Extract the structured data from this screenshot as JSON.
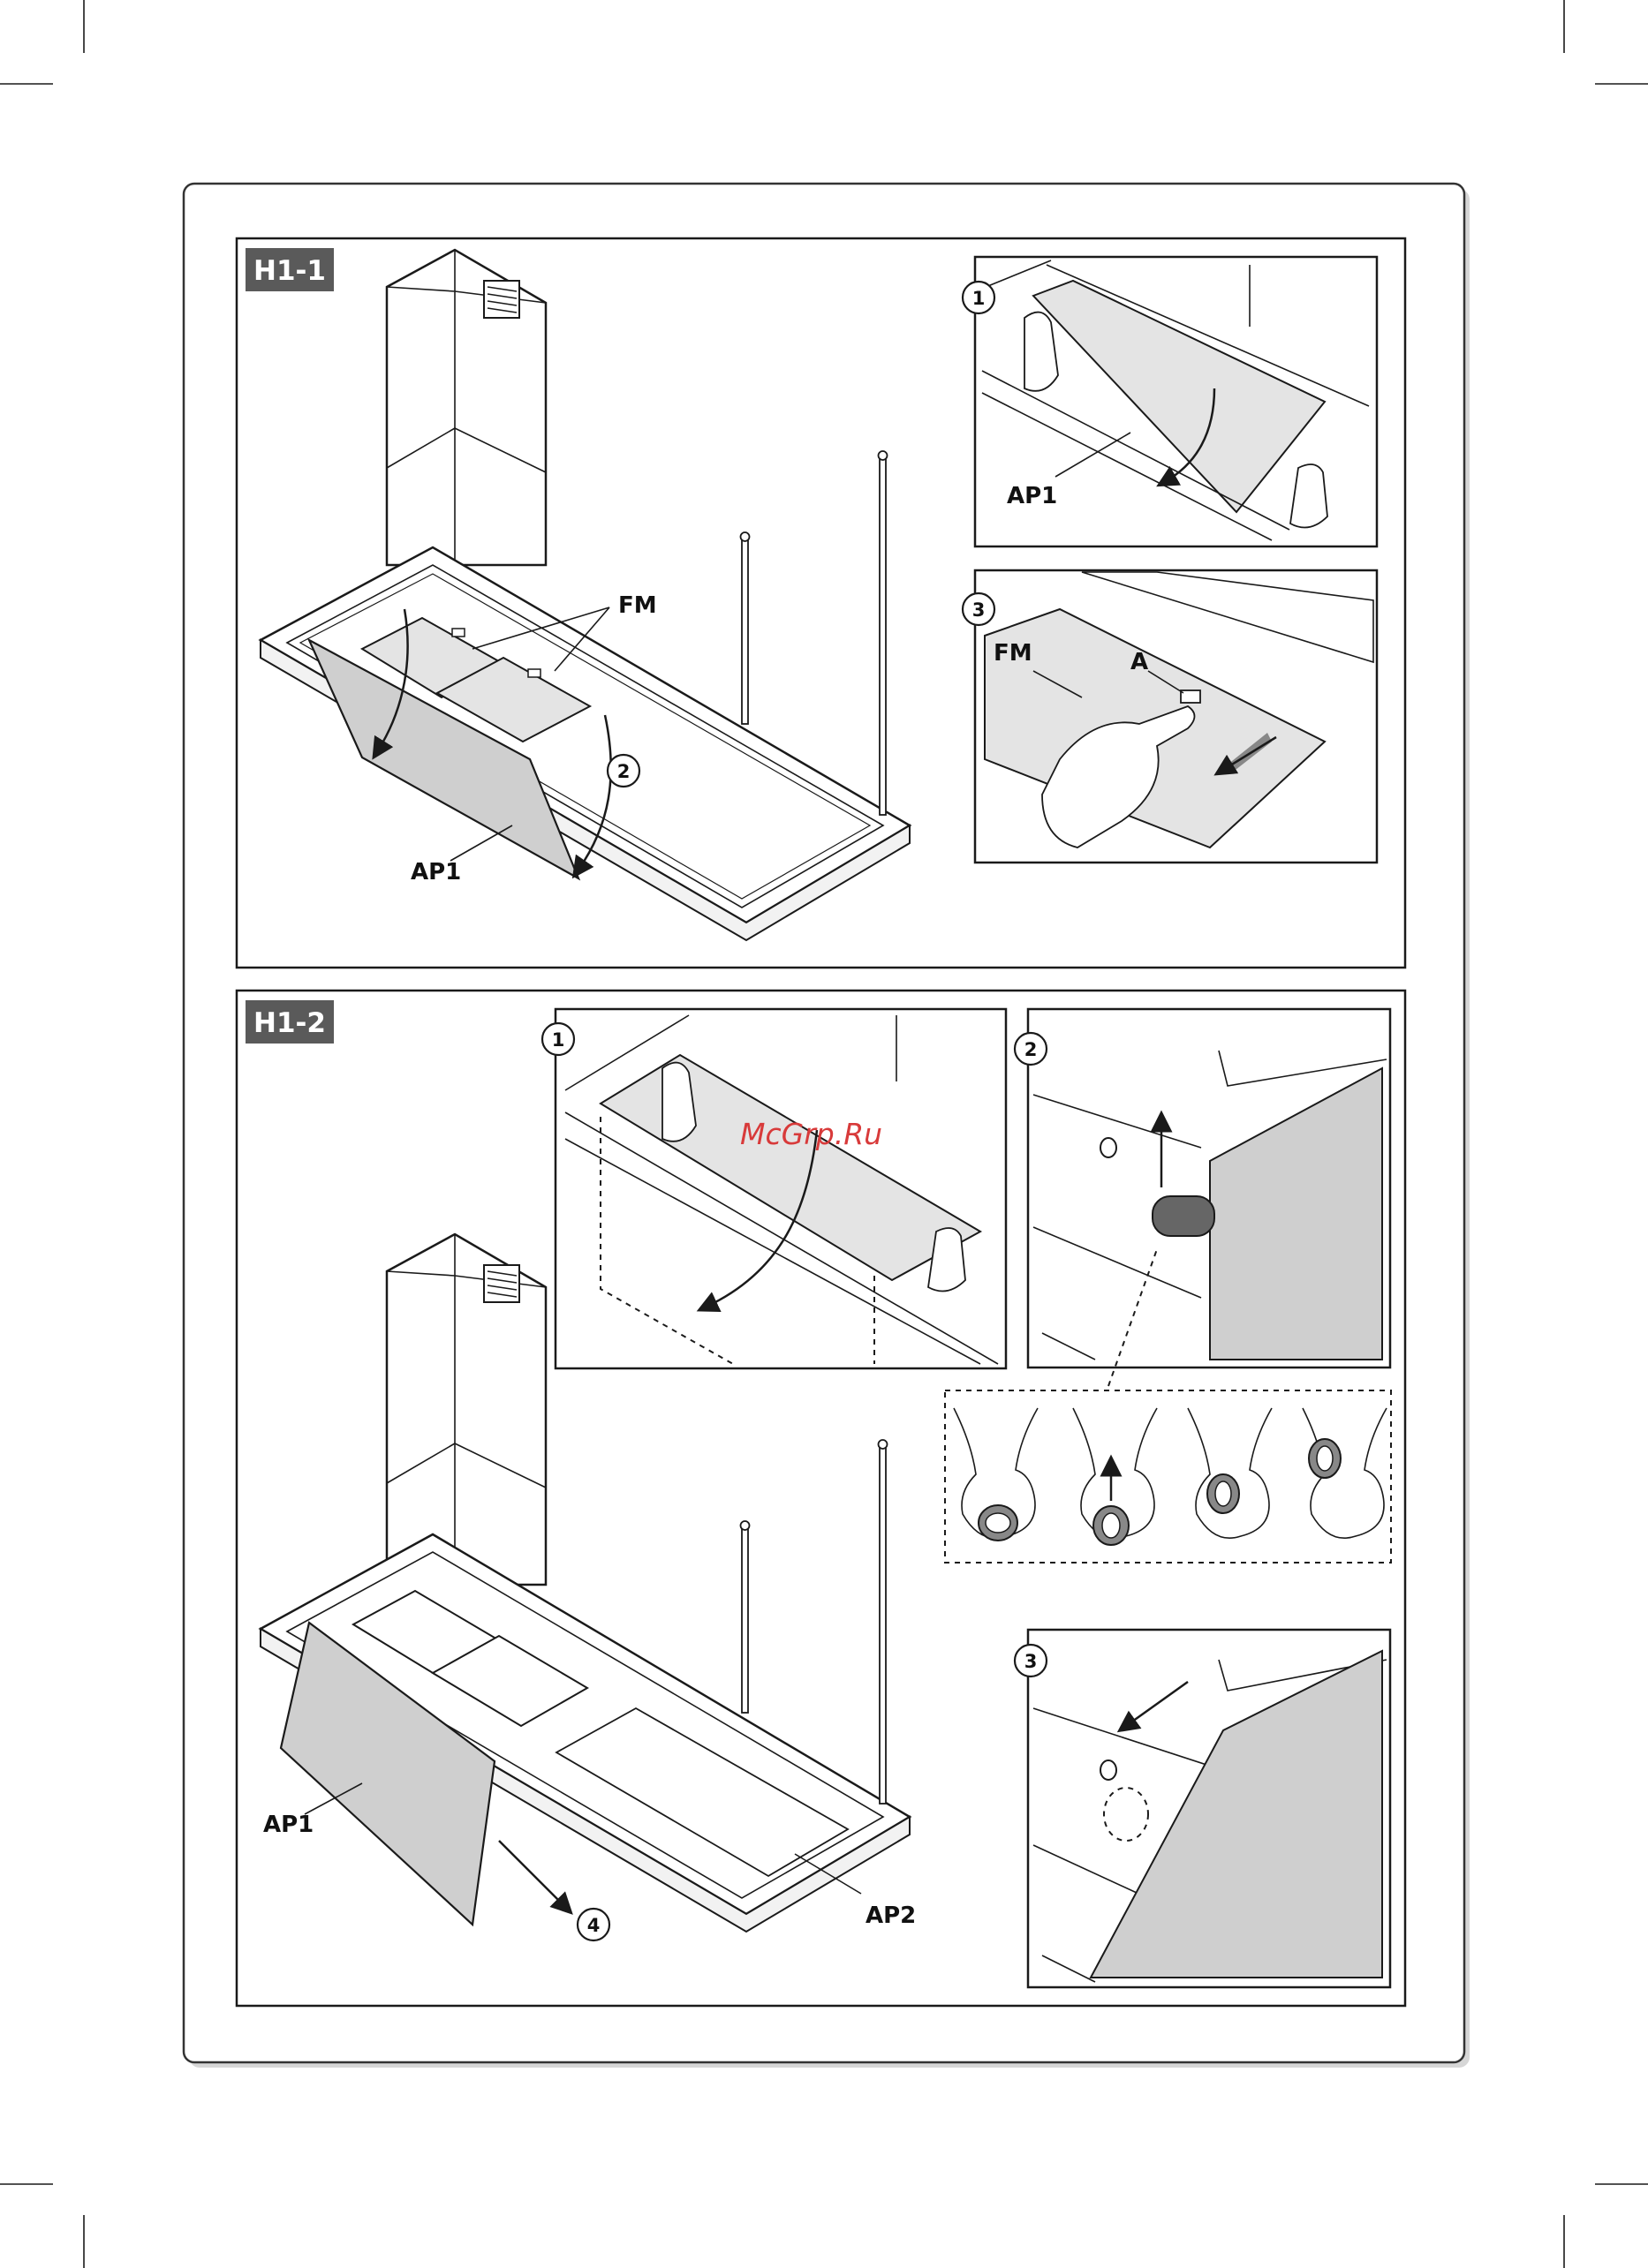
{
  "sections": {
    "h11": {
      "tag": "H1-1",
      "label_fm": "FM",
      "label_ap1": "AP1",
      "step_1": "1",
      "step_2": "2",
      "step_3": "3",
      "inset1_ap1": "AP1",
      "inset3_fm": "FM",
      "inset3_a": "A"
    },
    "h12": {
      "tag": "H1-2",
      "label_ap1": "AP1",
      "label_ap2": "AP2",
      "step_1": "1",
      "step_2": "2",
      "step_3": "3",
      "step_4": "4"
    }
  },
  "watermark": "McGrp.Ru",
  "colors": {
    "panel_fill": "#cfcfcf",
    "filter_fill": "#e4e4e4",
    "tag_bg": "#5a5a5a",
    "watermark": "#d83a3a"
  }
}
